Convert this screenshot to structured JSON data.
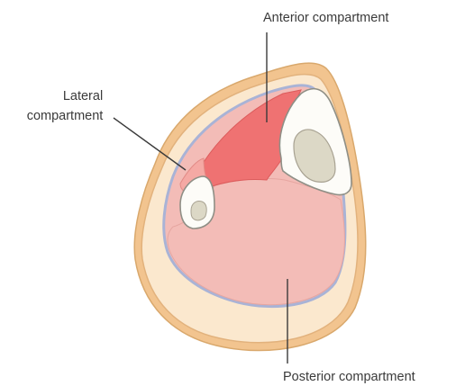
{
  "labels": {
    "anterior": "Anterior compartment",
    "lateral_line1": "Lateral",
    "lateral_line2": "compartment",
    "posterior": "Posterior compartment"
  },
  "colors": {
    "skin_outer": "#f2c48f",
    "fat": "#fbe8ce",
    "fascia": "#a9b3d6",
    "anterior": "#ef7272",
    "lateral": "#f5a9a4",
    "posterior": "#f3bcb7",
    "bone": "#fdfcf8",
    "marrow": "#dcd8c6",
    "leader": "#3a3a3a"
  }
}
